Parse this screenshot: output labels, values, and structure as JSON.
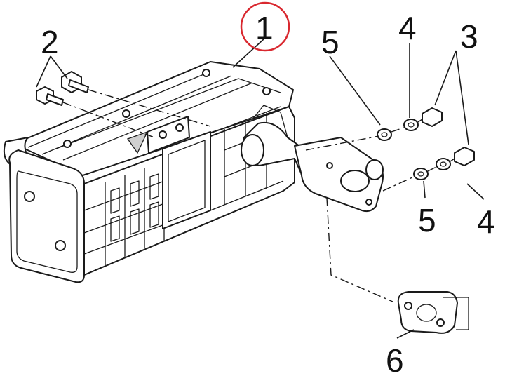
{
  "diagram": {
    "callouts": {
      "part_1": "1",
      "part_2": "2",
      "part_3": "3",
      "part_4_top": "4",
      "part_4_bottom": "4",
      "part_5_top": "5",
      "part_5_bottom": "5",
      "part_6": "6"
    },
    "highlight_color": "#d9282f",
    "highlighted_callout": "1"
  }
}
